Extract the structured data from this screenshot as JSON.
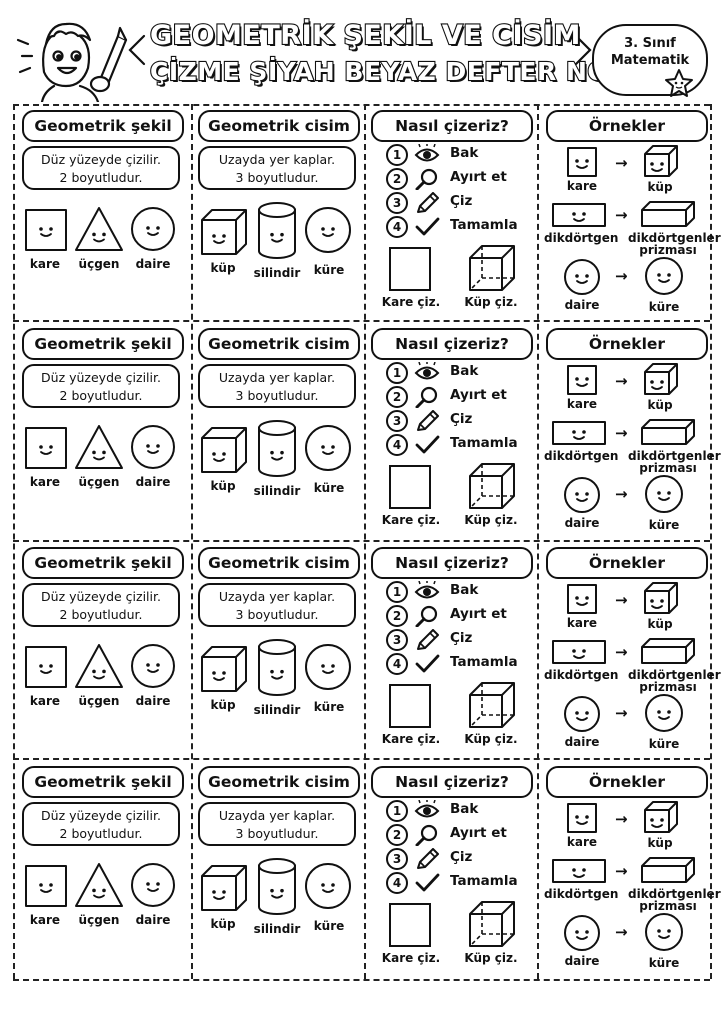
{
  "header": {
    "title_line1": "GEOMETRİK ŞEKİL VE CİSİM",
    "title_line2": "ÇİZME ŞİYAH BEYAZ DEFTER NOTU",
    "badge_line1": "3. Sınıf",
    "badge_line2": "Matematik"
  },
  "shapes_card": {
    "title": "Geometrik şekil",
    "desc_line1": "Düz yüzeyde çizilir.",
    "desc_line2": "2 boyutludur.",
    "labels": [
      "kare",
      "üçgen",
      "daire"
    ]
  },
  "solids_card": {
    "title": "Geometrik cisim",
    "desc_line1": "Uzayda yer kaplar.",
    "desc_line2": "3 boyutludur.",
    "labels": [
      "küp",
      "silindir",
      "küre"
    ]
  },
  "howto_card": {
    "title": "Nasıl çizeriz?",
    "steps": [
      {
        "num": "1",
        "icon": "eye-icon",
        "text": "Bak"
      },
      {
        "num": "2",
        "icon": "magnifier-icon",
        "text": "Ayırt et"
      },
      {
        "num": "3",
        "icon": "pencil-icon",
        "text": "Çiz"
      },
      {
        "num": "4",
        "icon": "check-icon",
        "text": "Tamamla"
      }
    ],
    "square_label": "Kare çiz.",
    "cube_label": "Küp çiz."
  },
  "examples_card": {
    "title": "Örnekler",
    "rows": [
      {
        "left": "kare",
        "right": "küp"
      },
      {
        "left": "dikdörtgen",
        "right_line1": "dikdörtgenler",
        "right_line2": "prizması"
      },
      {
        "left": "daire",
        "right": "küre"
      }
    ],
    "arrow": "→"
  }
}
